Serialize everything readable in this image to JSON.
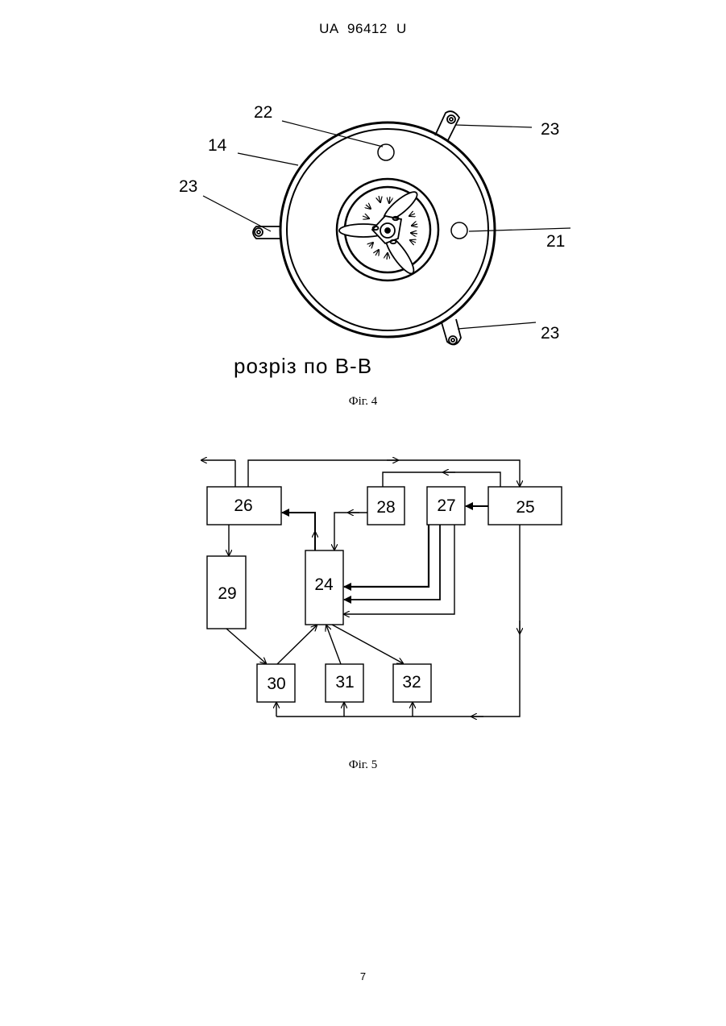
{
  "header": "UA   96412   U",
  "figure4": {
    "caption": "Фіг. 4",
    "section_label": "розріз по В-В",
    "labels": {
      "ref22": "22",
      "ref14": "14",
      "ref23_left": "23",
      "ref23_top_right": "23",
      "ref21": "21",
      "ref23_bottom_right": "23"
    }
  },
  "figure5": {
    "caption": "Фіг. 5",
    "blocks": {
      "b24": "24",
      "b25": "25",
      "b26": "26",
      "b27": "27",
      "b28": "28",
      "b29": "29",
      "b30": "30",
      "b31": "31",
      "b32": "32"
    }
  },
  "page_number": "7"
}
